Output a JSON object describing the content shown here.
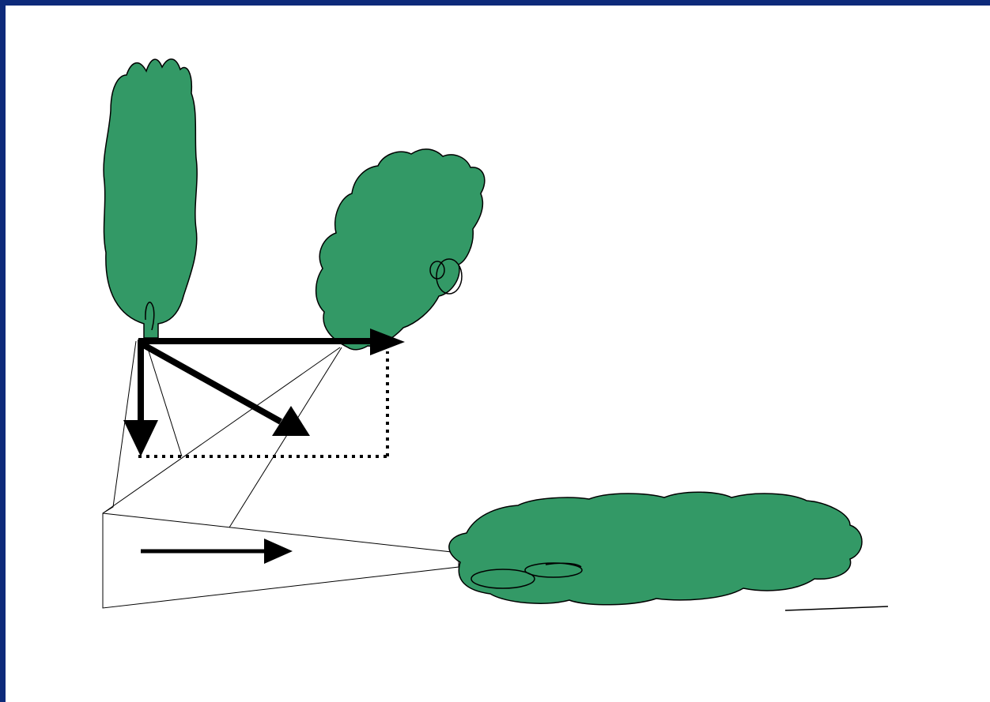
{
  "colors": {
    "frame": "#0d2a7a",
    "foliage": "#339966",
    "outline": "#000000",
    "background": "#ffffff"
  },
  "figure": {
    "elements": [
      "tall-tree",
      "leaning-tree",
      "fallen-tree",
      "vertical-force-arrow",
      "diagonal-force-arrow",
      "horizontal-force-arrow",
      "dotted-component-box",
      "perspective-projection-lines",
      "motion-arrow",
      "ground-line"
    ]
  }
}
